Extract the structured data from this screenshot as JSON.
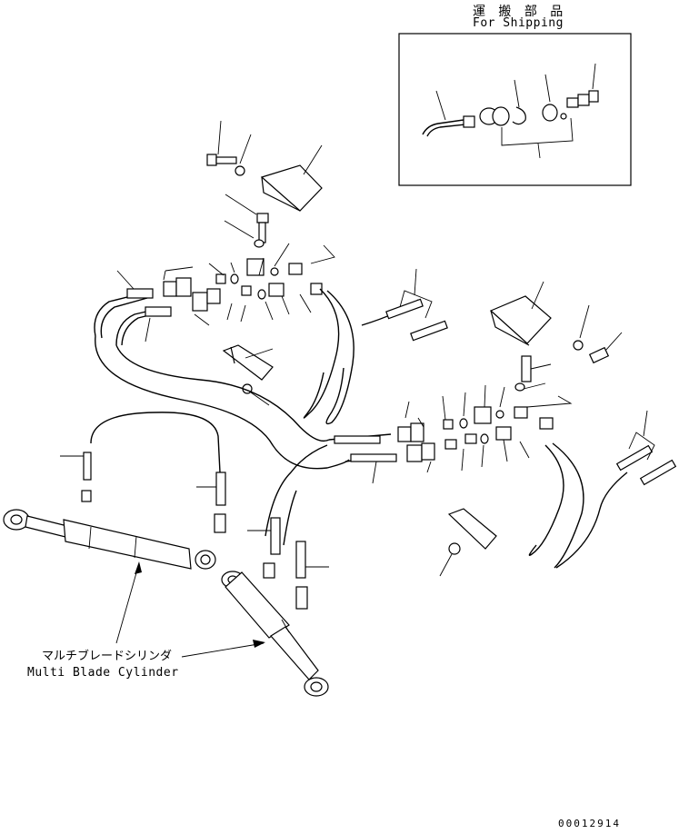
{
  "shipping_box": {
    "title_jp": "運 搬 部 品",
    "title_en": "For Shipping"
  },
  "cylinder_callout": {
    "name_jp": "マルチブレードシリンダ",
    "name_en": "Multi Blade Cylinder"
  },
  "drawing_number": "00012914"
}
